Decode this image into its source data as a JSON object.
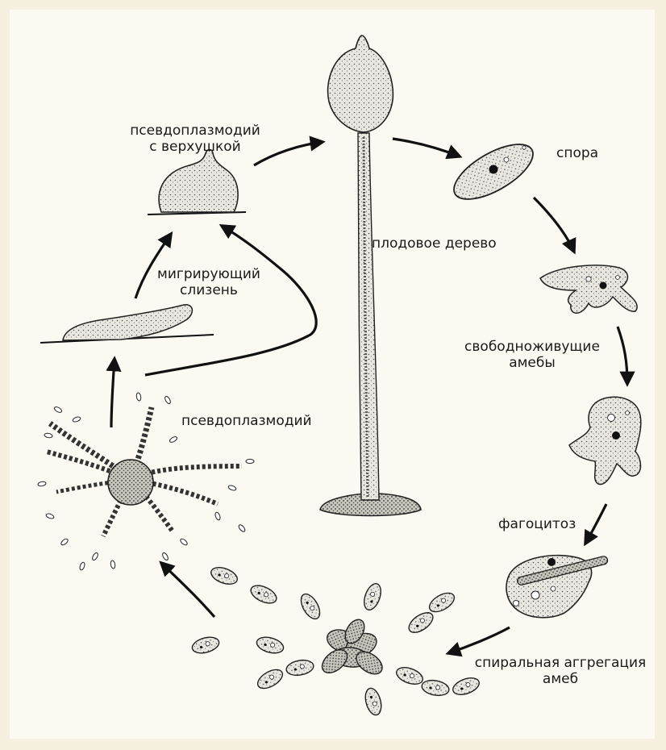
{
  "labels": {
    "pseudoplasmodium_tip_line1": "псевдоплазмодий",
    "pseudoplasmodium_tip_line2": "с верхушкой",
    "fruiting_body": "плодовое дерево",
    "spore": "спора",
    "migrating_slug_line1": "мигрирующий",
    "migrating_slug_line2": "слизень",
    "free_amoebae_line1": "свободноживущие",
    "free_amoebae_line2": "амебы",
    "pseudoplasmodium": "псевдоплазмодий",
    "phagocytosis": "фагоцитоз",
    "aggregation_line1": "спиральная аггрегация",
    "aggregation_line2": "амеб"
  },
  "colors": {
    "background": "#fbf9f1",
    "border": "#f4efdf",
    "ink": "#1a1a1a",
    "cell_fill": "#e9e7e0"
  }
}
